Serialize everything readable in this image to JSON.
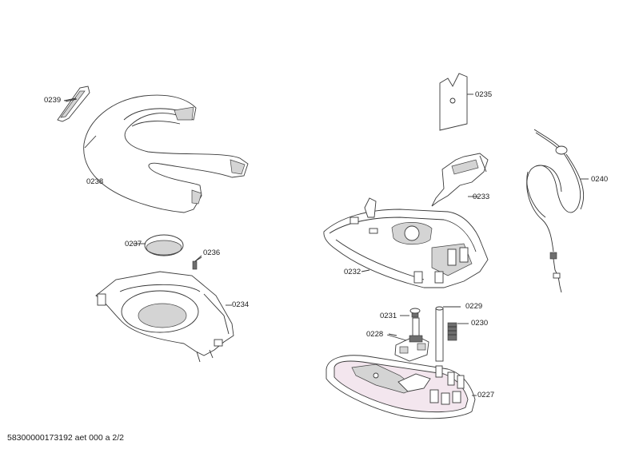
{
  "parts": [
    {
      "ref": "0239",
      "name": "part-0239"
    },
    {
      "ref": "0238",
      "name": "part-0238"
    },
    {
      "ref": "0237",
      "name": "part-0237"
    },
    {
      "ref": "0236",
      "name": "part-0236"
    },
    {
      "ref": "0234",
      "name": "part-0234"
    },
    {
      "ref": "0235",
      "name": "part-0235"
    },
    {
      "ref": "0233",
      "name": "part-0233"
    },
    {
      "ref": "0240",
      "name": "part-0240"
    },
    {
      "ref": "0232",
      "name": "part-0232"
    },
    {
      "ref": "0231",
      "name": "part-0231"
    },
    {
      "ref": "0229",
      "name": "part-0229"
    },
    {
      "ref": "0230",
      "name": "part-0230"
    },
    {
      "ref": "0228",
      "name": "part-0228"
    },
    {
      "ref": "0227",
      "name": "part-0227"
    }
  ],
  "footer": "58300000173192 aet 000 a 2/2"
}
